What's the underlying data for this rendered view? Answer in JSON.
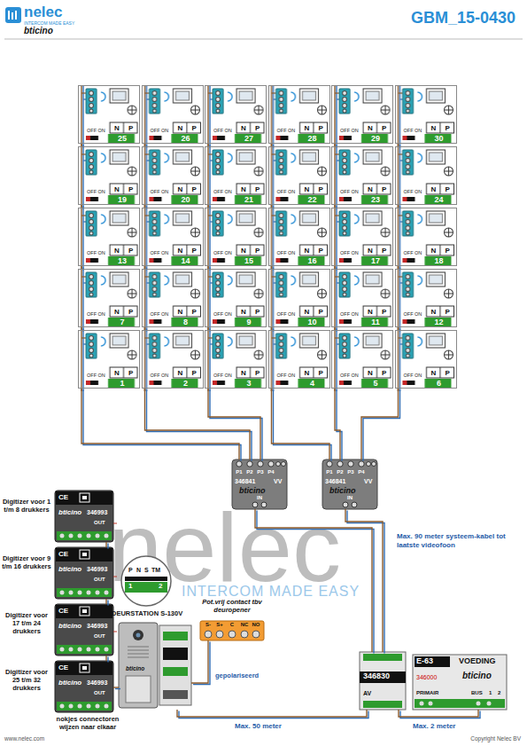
{
  "diagram": {
    "title": "GBM_15-0430",
    "nodes": [
      {
        "text": [
          "OFF ON",
          "N",
          "P",
          "25"
        ]
      },
      {
        "text": [
          "OFF ON",
          "N",
          "P",
          "26"
        ]
      },
      {
        "text": [
          "OFF ON",
          "N",
          "P",
          "27"
        ]
      },
      {
        "text": [
          "OFF ON",
          "N",
          "P",
          "28"
        ]
      },
      {
        "text": [
          "OFF ON",
          "N",
          "P",
          "29"
        ]
      },
      {
        "text": [
          "OFF ON",
          "N",
          "P",
          "30"
        ]
      },
      {
        "text": [
          "OFF ON",
          "N",
          "P",
          "19"
        ]
      },
      {
        "text": [
          "OFF ON",
          "N",
          "P",
          "20"
        ]
      },
      {
        "text": [
          "OFF ON",
          "N",
          "P",
          "21"
        ]
      },
      {
        "text": [
          "OFF ON",
          "N",
          "P",
          "22"
        ]
      },
      {
        "text": [
          "OFF ON",
          "N",
          "P",
          "23"
        ]
      },
      {
        "text": [
          "OFF ON",
          "N",
          "P",
          "24"
        ]
      },
      {
        "text": [
          "OFF ON",
          "N",
          "P",
          "13"
        ]
      },
      {
        "text": [
          "OFF ON",
          "N",
          "P",
          "14"
        ]
      },
      {
        "text": [
          "OFF ON",
          "N",
          "P",
          "15"
        ]
      },
      {
        "text": [
          "OFF ON",
          "N",
          "P",
          "16"
        ]
      },
      {
        "text": [
          "OFF ON",
          "N",
          "P",
          "17"
        ]
      },
      {
        "text": [
          "OFF ON",
          "N",
          "P",
          "18"
        ]
      },
      {
        "text": [
          "OFF ON",
          "N",
          "P",
          "7"
        ]
      },
      {
        "text": [
          "OFF ON",
          "N",
          "P",
          "8"
        ]
      },
      {
        "text": [
          "OFF ON",
          "N",
          "P",
          "9"
        ]
      },
      {
        "text": [
          "OFF ON",
          "N",
          "P",
          "10"
        ]
      },
      {
        "text": [
          "OFF ON",
          "N",
          "P",
          "11"
        ]
      },
      {
        "text": [
          "OFF ON",
          "N",
          "P",
          "12"
        ]
      },
      {
        "text": [
          "OFF ON",
          "N",
          "P",
          "1"
        ]
      },
      {
        "text": [
          "OFF ON",
          "N",
          "P",
          "2"
        ]
      },
      {
        "text": [
          "OFF ON",
          "N",
          "P",
          "3"
        ]
      },
      {
        "text": [
          "OFF ON",
          "N",
          "P",
          "4"
        ]
      },
      {
        "text": [
          "OFF ON",
          "N",
          "P",
          "5"
        ]
      },
      {
        "text": [
          "OFF ON",
          "N",
          "P",
          "6"
        ]
      },
      {
        "text": [
          "P1",
          "P2",
          "P3",
          "P4",
          "346841",
          "VV",
          "bticino",
          "IN"
        ]
      },
      {
        "text": [
          "P1",
          "P2",
          "P3",
          "P4",
          "346841",
          "VV",
          "bticino",
          "IN"
        ]
      },
      {
        "text": [
          "Digitizer voor 1 t/m 8 drukkers",
          "CE",
          "bticino",
          "346993",
          "OUT"
        ]
      },
      {
        "text": [
          "Digitizer voor 9 t/m 16 drukkers",
          "CE",
          "bticino",
          "346993",
          "OUT"
        ]
      },
      {
        "text": [
          "Digitizer voor 17 t/m 24 drukkers",
          "CE",
          "bticino",
          "346993",
          "OUT"
        ]
      },
      {
        "text": [
          "Digitizer voor 25 t/m 32 drukkers",
          "CE",
          "bticino",
          "346993",
          "OUT"
        ]
      },
      {
        "text": [
          "DEURSTATION S-130V",
          "bticino"
        ]
      },
      {
        "text": [
          "P",
          "N",
          "S",
          "TM",
          "1",
          "2"
        ]
      },
      {
        "text": [
          "Pot.vrij contact tbv deuropener",
          "S-",
          "S+",
          "C",
          "NC",
          "NO"
        ]
      },
      {
        "text": [
          "346830",
          "AV"
        ]
      },
      {
        "text": [
          "E-63",
          "VOEDING",
          "bticino",
          "346000",
          "PRIMAIR",
          "BUS",
          "1",
          "2"
        ]
      }
    ],
    "edges": [
      {
        "from": 0,
        "to": 6,
        "arrow": "none"
      },
      {
        "from": 6,
        "to": 12,
        "arrow": "none"
      },
      {
        "from": 12,
        "to": 18,
        "arrow": "none"
      },
      {
        "from": 18,
        "to": 24,
        "arrow": "none"
      },
      {
        "from": 1,
        "to": 7,
        "arrow": "none"
      },
      {
        "from": 7,
        "to": 13,
        "arrow": "none"
      },
      {
        "from": 13,
        "to": 19,
        "arrow": "none"
      },
      {
        "from": 19,
        "to": 25,
        "arrow": "none"
      },
      {
        "from": 2,
        "to": 8,
        "arrow": "none"
      },
      {
        "from": 8,
        "to": 14,
        "arrow": "none"
      },
      {
        "from": 14,
        "to": 20,
        "arrow": "none"
      },
      {
        "from": 20,
        "to": 26,
        "arrow": "none"
      },
      {
        "from": 3,
        "to": 9,
        "arrow": "none"
      },
      {
        "from": 9,
        "to": 15,
        "arrow": "none"
      },
      {
        "from": 15,
        "to": 21,
        "arrow": "none"
      },
      {
        "from": 21,
        "to": 27,
        "arrow": "none"
      },
      {
        "from": 4,
        "to": 10,
        "arrow": "none"
      },
      {
        "from": 10,
        "to": 16,
        "arrow": "none"
      },
      {
        "from": 16,
        "to": 22,
        "arrow": "none"
      },
      {
        "from": 22,
        "to": 28,
        "arrow": "none"
      },
      {
        "from": 5,
        "to": 11,
        "arrow": "none"
      },
      {
        "from": 11,
        "to": 17,
        "arrow": "none"
      },
      {
        "from": 17,
        "to": 23,
        "arrow": "none"
      },
      {
        "from": 23,
        "to": 29,
        "arrow": "none"
      },
      {
        "from": 24,
        "to": 30,
        "arrow": "none"
      },
      {
        "from": 25,
        "to": 30,
        "arrow": "none"
      },
      {
        "from": 26,
        "to": 30,
        "arrow": "none"
      },
      {
        "from": 27,
        "to": 31,
        "arrow": "none"
      },
      {
        "from": 28,
        "to": 31,
        "arrow": "none"
      },
      {
        "from": 29,
        "to": 31,
        "arrow": "none"
      },
      {
        "from": 30,
        "to": 39,
        "arrow": "none"
      },
      {
        "from": 31,
        "to": 39,
        "label": "Max. 90 meter systeem-kabel tot laatste videofoon",
        "arrow": "none"
      },
      {
        "from": 32,
        "to": 33,
        "arrow": "none"
      },
      {
        "from": 33,
        "to": 34,
        "arrow": "none"
      },
      {
        "from": 34,
        "to": 35,
        "arrow": "none"
      },
      {
        "from": 35,
        "to": 36,
        "arrow": "none"
      },
      {
        "from": 36,
        "to": 38,
        "label": "gepolariseerd",
        "arrow": "none"
      },
      {
        "from": 36,
        "to": 39,
        "label": "Max. 50 meter",
        "arrow": "none"
      },
      {
        "from": 39,
        "to": 40,
        "label": "Max. 2 meter",
        "arrow": "none"
      }
    ],
    "labels": [
      "nelec",
      "INTERCOM MADE EASY",
      "bticino",
      "nelec",
      "INTERCOM MADE EASY",
      "nokjes connectoren wijzen naar elkaar",
      "www.nelec.com",
      "Copyright Nelec BV"
    ]
  }
}
